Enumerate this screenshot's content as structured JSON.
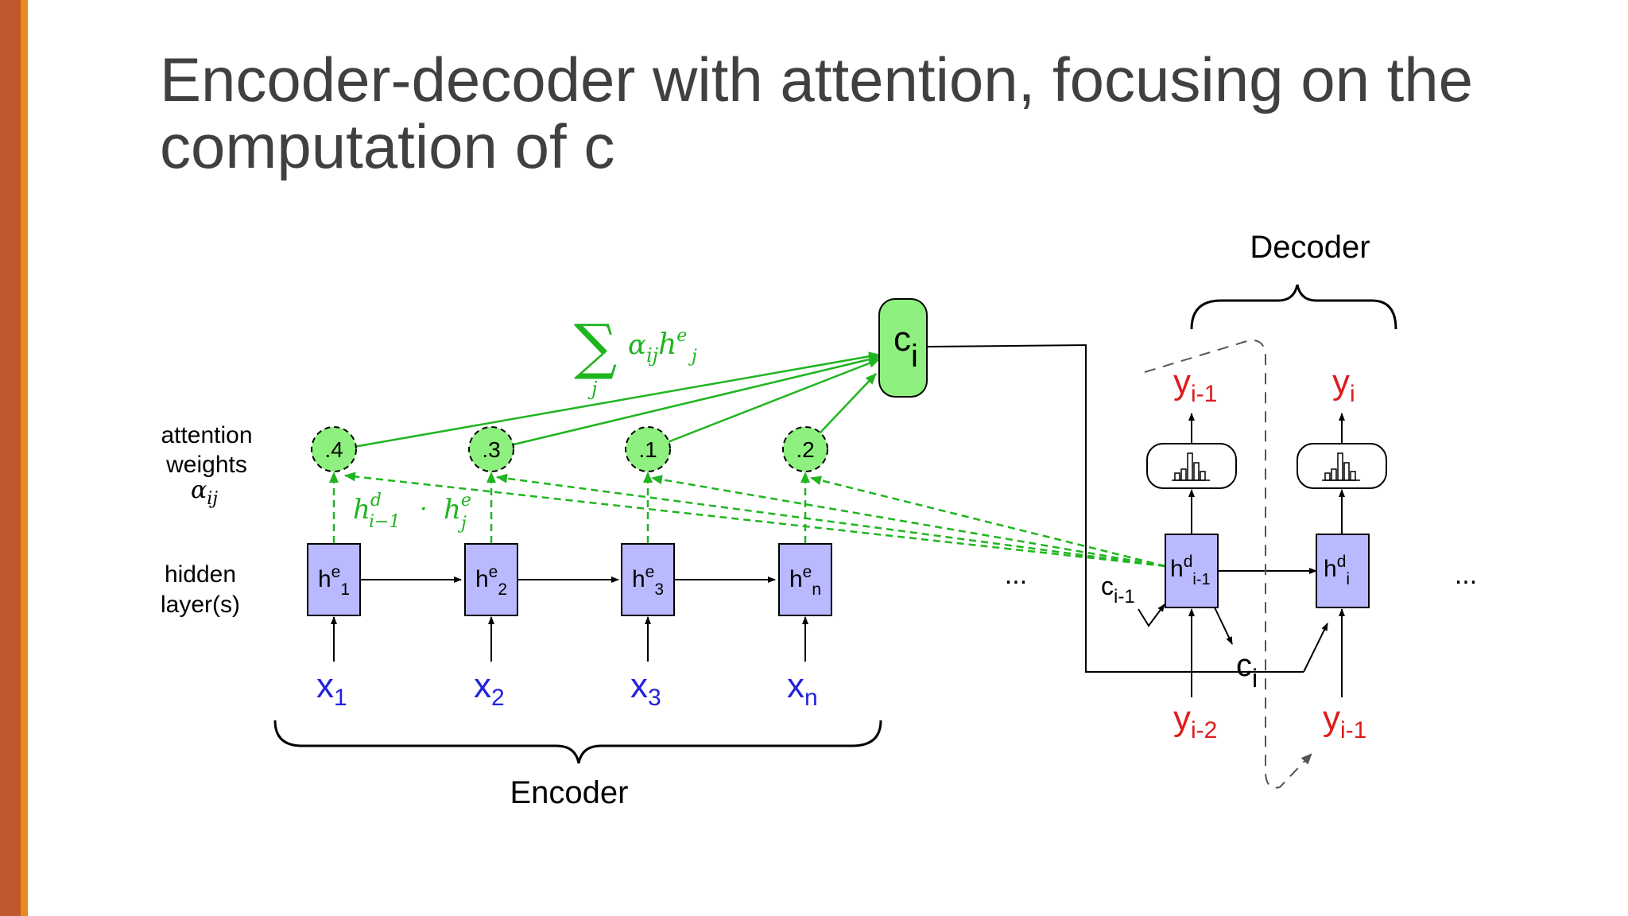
{
  "slide": {
    "title_line1": "Encoder-decoder with attention, focusing on the",
    "title_line2": "computation of c"
  },
  "colors": {
    "accent_bar": "#c0582e",
    "accent_stripe": "#e98a1e",
    "attention_green": "#1fb51f",
    "context_fill": "#8ef07e",
    "hidden_fill": "#b9b9ff",
    "input_blue": "#2222dd",
    "output_red": "#e01b1b"
  },
  "diagram": {
    "row_labels": {
      "attention_line1": "attention",
      "attention_line2": "weights",
      "attention_symbol": "α",
      "attention_symbol_sub": "ij",
      "hidden_line1": "hidden",
      "hidden_line2": "layer(s)"
    },
    "encoder": {
      "label": "Encoder",
      "weights": [
        ".4",
        ".3",
        ".1",
        ".2"
      ],
      "hidden": [
        {
          "base": "h",
          "sup": "e",
          "sub": "1"
        },
        {
          "base": "h",
          "sup": "e",
          "sub": "2"
        },
        {
          "base": "h",
          "sup": "e",
          "sub": "3"
        },
        {
          "base": "h",
          "sup": "e",
          "sub": "n"
        }
      ],
      "inputs": [
        {
          "base": "x",
          "sub": "1"
        },
        {
          "base": "x",
          "sub": "2"
        },
        {
          "base": "x",
          "sub": "3"
        },
        {
          "base": "x",
          "sub": "n"
        }
      ]
    },
    "context": {
      "base": "c",
      "sub": "i"
    },
    "sum_formula": {
      "sigma": "∑",
      "index": "j",
      "alpha": "α",
      "alpha_sub": "ij",
      "h": "h",
      "h_sup": "e",
      "h_sub": "j"
    },
    "score_formula": {
      "h1": "h",
      "h1_sup": "d",
      "h1_sub": "i−1",
      "dot": "·",
      "h2": "h",
      "h2_sup": "e",
      "h2_sub": "j"
    },
    "ellipsis_middle": "...",
    "ellipsis_right": "...",
    "decoder": {
      "label": "Decoder",
      "hidden": [
        {
          "base": "h",
          "sup": "d",
          "sub": "i-1"
        },
        {
          "base": "h",
          "sup": "d",
          "sub": "i"
        }
      ],
      "outputs": [
        {
          "base": "y",
          "sub": "i-1"
        },
        {
          "base": "y",
          "sub": "i"
        }
      ],
      "inputs": [
        {
          "base": "y",
          "sub": "i-2"
        },
        {
          "base": "y",
          "sub": "i-1"
        }
      ],
      "context_prev": {
        "base": "c",
        "sub": "i-1"
      },
      "context_current": {
        "base": "c",
        "sub": "i"
      }
    }
  }
}
